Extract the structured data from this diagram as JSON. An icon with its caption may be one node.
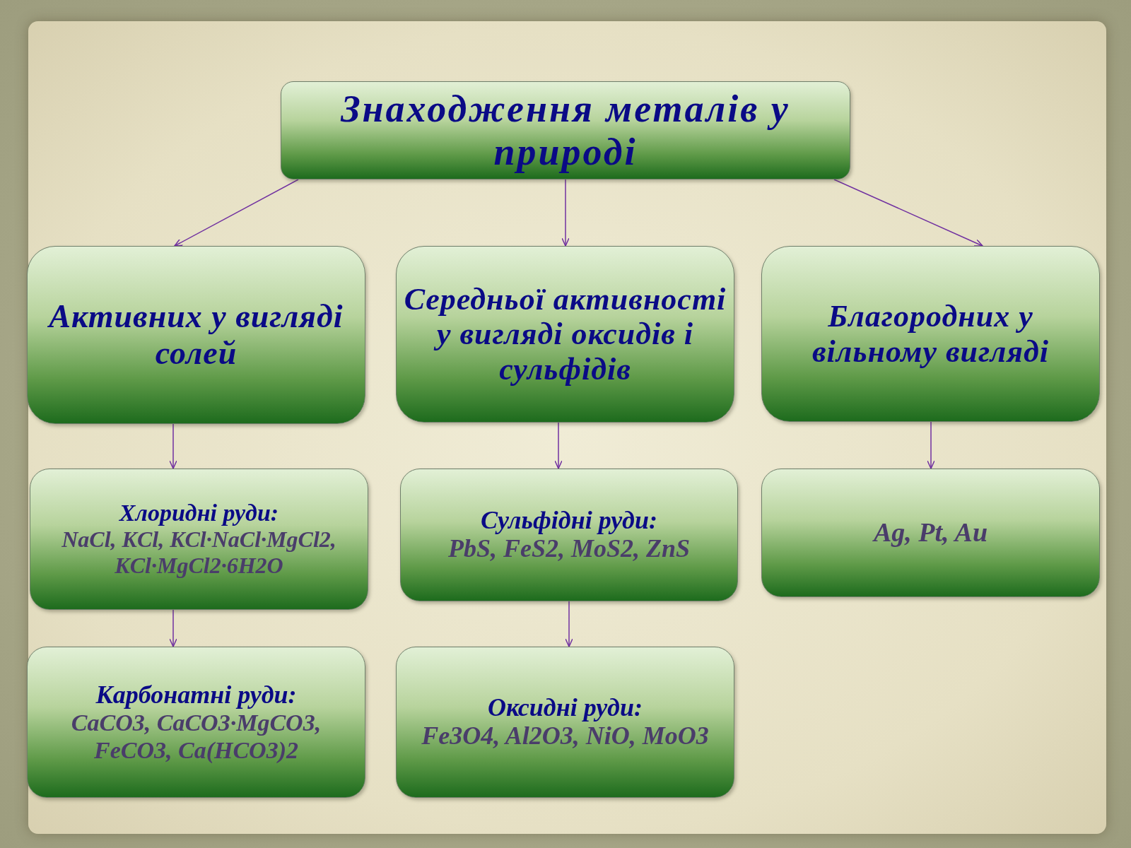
{
  "diagram": {
    "nodes": [
      {
        "text": [
          "Знаходження металів у природі"
        ]
      },
      {
        "text": [
          "Активних у вигляді солей"
        ]
      },
      {
        "text": [
          "Середньої активності у вигляді оксидів і сульфідів"
        ]
      },
      {
        "text": [
          "Благородних у вільному вигляді"
        ]
      },
      {
        "text": [
          "Хлоридні руди:",
          "NaCl, KCl, KCl·NaCl·MgCl2, KCl·MgCl2·6H2O"
        ]
      },
      {
        "text": [
          "Сульфідні руди:",
          "PbS, FeS2, MoS2, ZnS"
        ]
      },
      {
        "text": [
          "Ag, Pt, Au"
        ]
      },
      {
        "text": [
          "Карбонатні руди:",
          "CaCO3, CaCO3·MgCO3, FeCO3, Ca(HCO3)2"
        ]
      },
      {
        "text": [
          "Оксидні руди:",
          "Fe3O4, Al2O3, NiO, MoO3"
        ]
      }
    ],
    "edges": [
      {
        "from": 0,
        "to": 1,
        "arrow": "to"
      },
      {
        "from": 0,
        "to": 2,
        "arrow": "to"
      },
      {
        "from": 0,
        "to": 3,
        "arrow": "to"
      },
      {
        "from": 1,
        "to": 4,
        "arrow": "to"
      },
      {
        "from": 2,
        "to": 5,
        "arrow": "to"
      },
      {
        "from": 3,
        "to": 6,
        "arrow": "to"
      },
      {
        "from": 4,
        "to": 7,
        "arrow": "to"
      },
      {
        "from": 5,
        "to": 8,
        "arrow": "to"
      }
    ]
  }
}
